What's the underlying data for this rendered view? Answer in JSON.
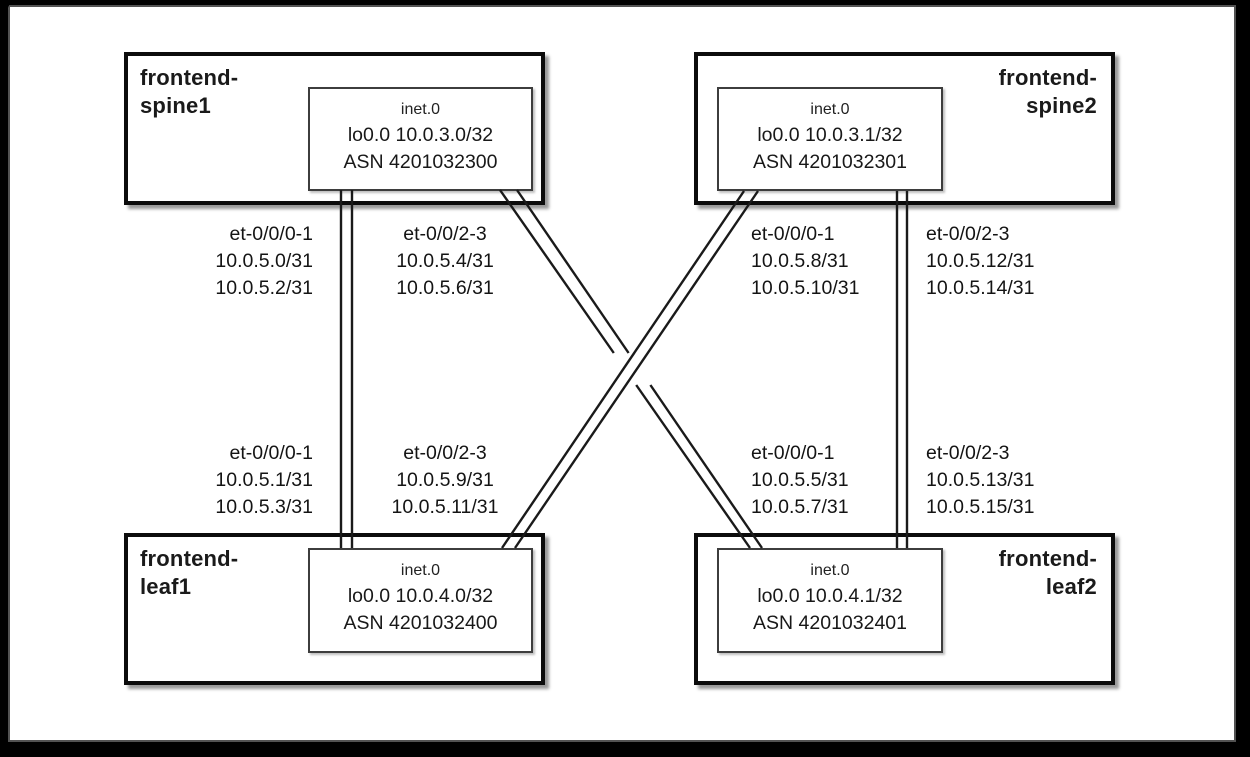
{
  "diagram": {
    "type": "network-topology",
    "colors": {
      "background": "#ffffff",
      "frame": "#000000",
      "node_border": "#0c0c0c",
      "inner_border": "#3d3d3d",
      "link_line": "#1a1a1a",
      "text": "#141414"
    },
    "nodes": [
      {
        "id": "frontend-spine1",
        "title": "frontend-spine1",
        "table": "inet.0",
        "loopback": "lo0.0 10.0.3.0/32",
        "asn": "ASN 4201032300"
      },
      {
        "id": "frontend-spine2",
        "title": "frontend-spine2",
        "table": "inet.0",
        "loopback": "lo0.0 10.0.3.1/32",
        "asn": "ASN 4201032301"
      },
      {
        "id": "frontend-leaf1",
        "title": "frontend-leaf1",
        "table": "inet.0",
        "loopback": "lo0.0 10.0.4.0/32",
        "asn": "ASN 4201032400"
      },
      {
        "id": "frontend-leaf2",
        "title": "frontend-leaf2",
        "table": "inet.0",
        "loopback": "lo0.0 10.0.4.1/32",
        "asn": "ASN 4201032401"
      }
    ],
    "interface_labels": [
      {
        "node": "frontend-spine1",
        "interface": "et-0/0/0-1",
        "addresses": [
          "10.0.5.0/31",
          "10.0.5.2/31"
        ]
      },
      {
        "node": "frontend-spine1",
        "interface": "et-0/0/2-3",
        "addresses": [
          "10.0.5.4/31",
          "10.0.5.6/31"
        ]
      },
      {
        "node": "frontend-spine2",
        "interface": "et-0/0/0-1",
        "addresses": [
          "10.0.5.8/31",
          "10.0.5.10/31"
        ]
      },
      {
        "node": "frontend-spine2",
        "interface": "et-0/0/2-3",
        "addresses": [
          "10.0.5.12/31",
          "10.0.5.14/31"
        ]
      },
      {
        "node": "frontend-leaf1",
        "interface": "et-0/0/0-1",
        "addresses": [
          "10.0.5.1/31",
          "10.0.5.3/31"
        ]
      },
      {
        "node": "frontend-leaf1",
        "interface": "et-0/0/2-3",
        "addresses": [
          "10.0.5.9/31",
          "10.0.5.11/31"
        ]
      },
      {
        "node": "frontend-leaf2",
        "interface": "et-0/0/0-1",
        "addresses": [
          "10.0.5.5/31",
          "10.0.5.7/31"
        ]
      },
      {
        "node": "frontend-leaf2",
        "interface": "et-0/0/2-3",
        "addresses": [
          "10.0.5.13/31",
          "10.0.5.15/31"
        ]
      }
    ],
    "links": [
      {
        "from": "frontend-spine1",
        "to": "frontend-leaf1",
        "count": 2,
        "style": "straight"
      },
      {
        "from": "frontend-spine1",
        "to": "frontend-leaf2",
        "count": 2,
        "style": "diagonal-with-gap"
      },
      {
        "from": "frontend-spine2",
        "to": "frontend-leaf1",
        "count": 2,
        "style": "diagonal"
      },
      {
        "from": "frontend-spine2",
        "to": "frontend-leaf2",
        "count": 2,
        "style": "straight"
      }
    ]
  }
}
